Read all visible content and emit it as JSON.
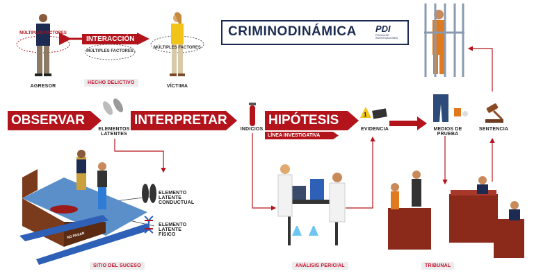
{
  "title": "CRIMINODINÁMICA",
  "logo": {
    "text": "PDI",
    "subtext": "POLICÍA DE INVESTIGACIONES"
  },
  "top": {
    "interaction": "INTERACCIÓN",
    "factors_a": "FACTORES",
    "factors_b": "MÚLTIPLES FACTORES",
    "aggressor": "AGRESOR",
    "victim": "VÍCTIMA",
    "event": "HECHO DELICTIVO"
  },
  "steps": {
    "observe": "OBSERVAR",
    "interpret": "INTERPRETAR",
    "hypothesis": "HIPÓTESIS",
    "line": "LÍNEA INVESTIGATIVA"
  },
  "nodes": {
    "latent": "ELEMENTOS LATENTES",
    "clues": "INDICIOS",
    "evidence": "EVIDENCIA",
    "proof": "MEDIOS DE PRUEBA",
    "sentence": "SENTENCIA"
  },
  "scene": {
    "behavioral": "ELEMENTO LATENTE CONDUCTUAL",
    "physical": "ELEMENTO LATENTE FÍSICO",
    "tape": "NO PASAR",
    "site": "SITIO DEL SUCESO"
  },
  "lab": {
    "label": "ANÁLISIS PERICIAL"
  },
  "court": {
    "label": "TRIBUNAL"
  },
  "colors": {
    "red": "#b3141c",
    "navy": "#1d2b53",
    "gray": "#ececec"
  }
}
